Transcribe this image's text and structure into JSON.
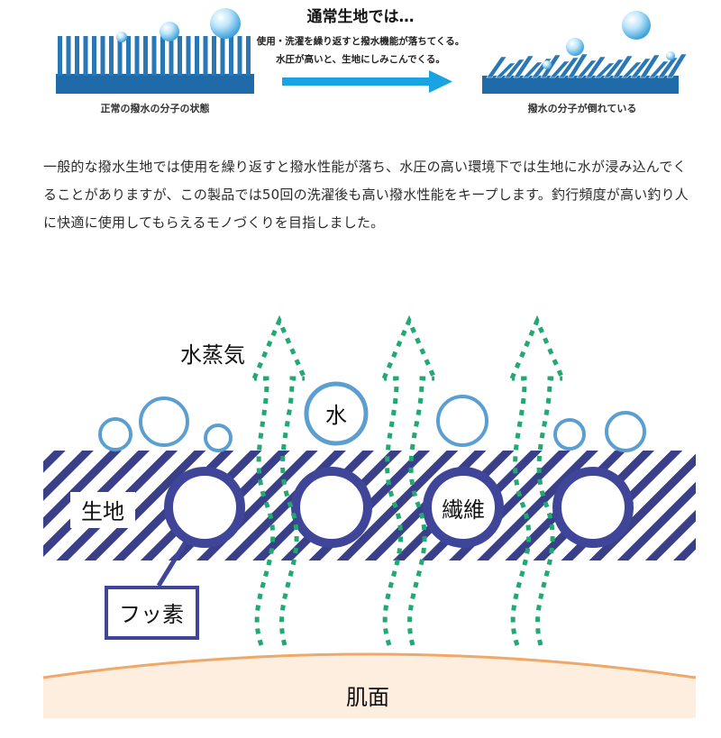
{
  "top": {
    "heading": "通常生地では…",
    "line1": "使用・洗濯を繰り返すと撥水機能が落ちてくる。",
    "line2": "水圧が高いと、生地にしみこんでくる。",
    "left_caption": "正常の撥水の分子の状態",
    "right_caption": "撥水の分子が倒れている"
  },
  "paragraph": "一般的な撥水生地では使用を繰り返すと撥水性能が落ち、水圧の高い環境下では生地に水が浸み込んでくることがありますが、この製品では50回の洗濯後も高い撥水性能をキープします。釣行頻度が高い釣り人に快適に使用してもらえるモノづくりを目指しました。",
  "diagram": {
    "vapor_label": "水蒸気",
    "water_label": "水",
    "fabric_label": "生地",
    "fiber_label": "繊維",
    "fluorine_label": "フッ素",
    "skin_label": "肌面"
  },
  "colors": {
    "fiber_blue": "#1f6aa8",
    "arrow_blue": "#19a3e0",
    "hatch_navy": "#3a3f8a",
    "vapor_green": "#22a873",
    "drop_blue": "#5b9fd0",
    "skin_fill": "#fdeee0",
    "skin_line": "#f0a868"
  }
}
